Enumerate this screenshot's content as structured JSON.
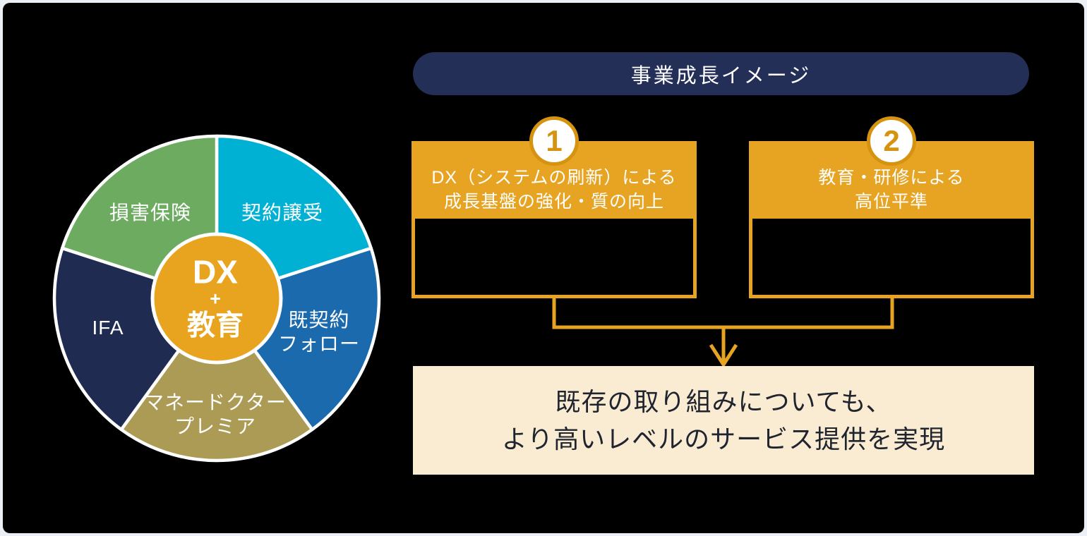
{
  "colors": {
    "page_background": "#edeff6",
    "panel_background": "#000000",
    "accent_orange": "#e7a322",
    "badge_orange": "#d6930f",
    "navy_pill": "#242f58",
    "cream": "#f9ecd2",
    "result_text": "#20242f",
    "white": "#ffffff"
  },
  "wheel": {
    "center": {
      "color": "#e8a41f",
      "lines": [
        "DX",
        "+",
        "教育"
      ]
    },
    "segments": [
      {
        "id": "keiyaku-joju",
        "label": "契約譲受",
        "lines": [
          "契約譲受"
        ],
        "color": "#00b1d4"
      },
      {
        "id": "kikeiyaku-follow",
        "label": "既契約フォロー",
        "lines": [
          "既契約",
          "フォロー"
        ],
        "color": "#1a6aad"
      },
      {
        "id": "money-doctor-premier",
        "label": "マネードクタープレミア",
        "lines": [
          "マネードクター",
          "プレミア"
        ],
        "color": "#ac9b55"
      },
      {
        "id": "ifa",
        "label": "IFA",
        "lines": [
          "IFA"
        ],
        "color": "#202b51"
      },
      {
        "id": "songai-hoken",
        "label": "損害保険",
        "lines": [
          "損害保険"
        ],
        "color": "#6cab60"
      }
    ]
  },
  "header": {
    "title": "事業成長イメージ"
  },
  "steps": [
    {
      "number": "1",
      "title_lines": [
        "DX（システムの刷新）による",
        "成長基盤の強化・質の向上"
      ]
    },
    {
      "number": "2",
      "title_lines": [
        "教育・研修による",
        "高位平準"
      ]
    }
  ],
  "result": {
    "lines": [
      "既存の取り組みについても、",
      "より高いレベルのサービス提供を実現"
    ]
  }
}
